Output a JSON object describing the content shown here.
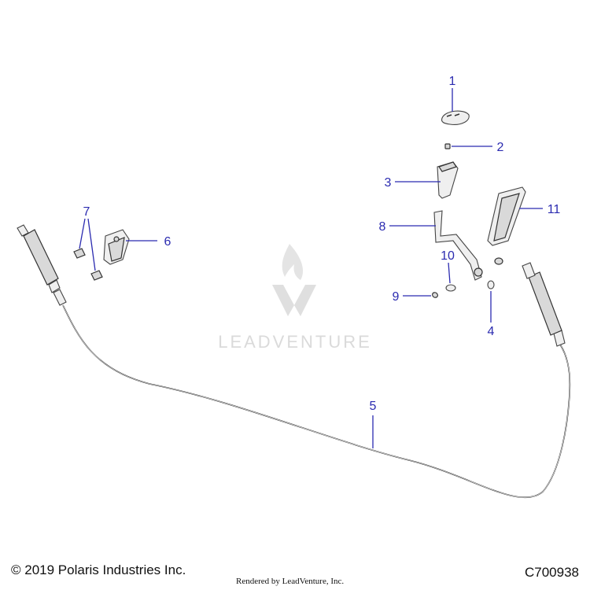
{
  "watermark": {
    "text": "LEADVENTURE"
  },
  "callouts": [
    "1",
    "2",
    "3",
    "4",
    "5",
    "6",
    "7",
    "8",
    "9",
    "10",
    "11"
  ],
  "footer": {
    "copyright": "© 2019 Polaris Industries Inc.",
    "rendered_by": "Rendered by LeadVenture, Inc.",
    "catalog_number": "C700938"
  },
  "colors": {
    "callout": "#2b2bb0",
    "line_art": "#333333",
    "watermark": "#d6d6d6"
  }
}
